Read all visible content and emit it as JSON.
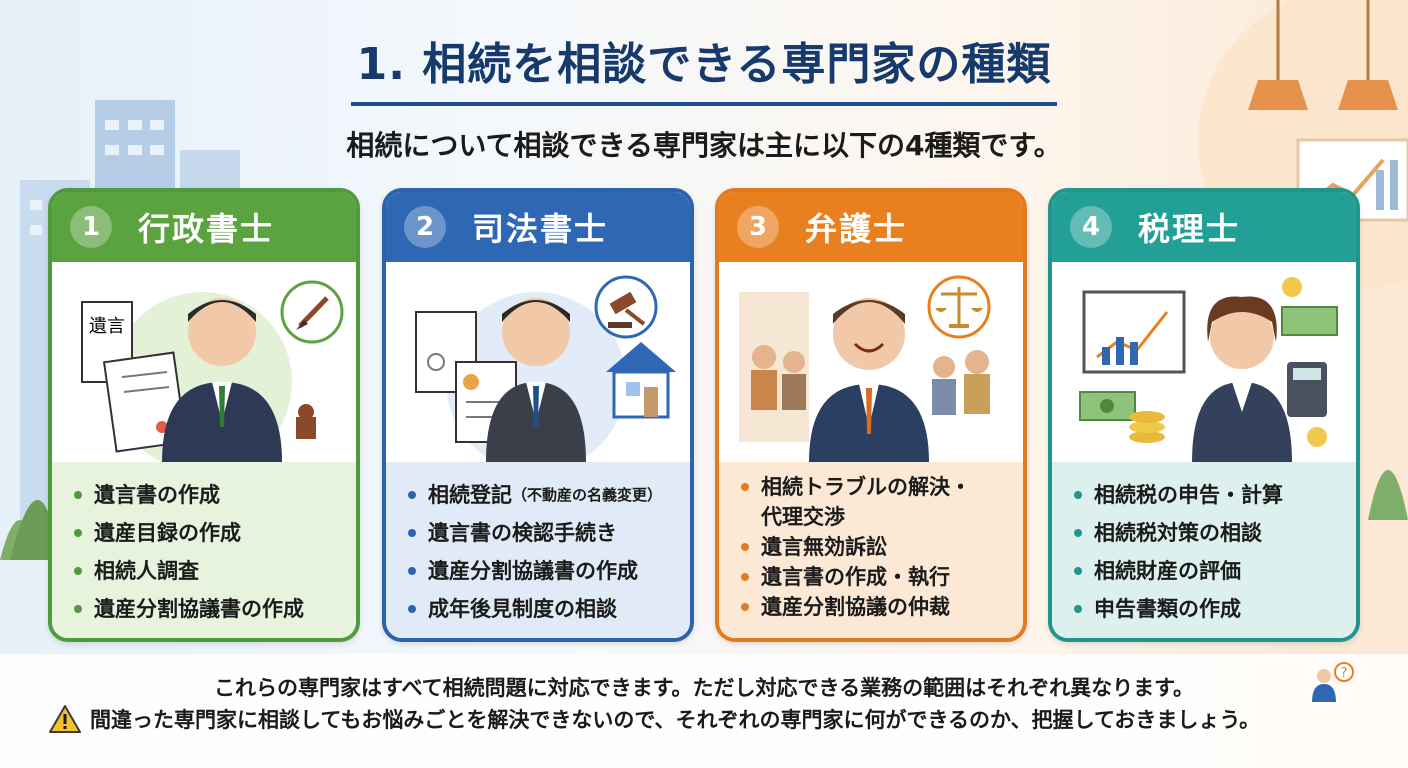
{
  "title": "1. 相続を相談できる専門家の種類",
  "subtitle": "相続について相談できる専門家は主に以下の4種類です。",
  "colors": {
    "green": "#5aa33f",
    "blue": "#2e68b4",
    "orange": "#e8801f",
    "teal": "#23a096",
    "navy": "#163a6b"
  },
  "cards": [
    {
      "number": "1",
      "title": "行政書士",
      "icon": "brush-icon",
      "doc_label": "遺言",
      "items": [
        "遺言書の作成",
        "遺産目録の作成",
        "相続人調査",
        "遺産分割協議書の作成"
      ]
    },
    {
      "number": "2",
      "title": "司法書士",
      "icon": "gavel-icon",
      "items": [
        "相続登記",
        "遺言書の検認手続き",
        "遺産分割協議書の作成",
        "成年後見制度の相談"
      ],
      "item0_note": "（不動産の名義変更）"
    },
    {
      "number": "3",
      "title": "弁護士",
      "icon": "scales-icon",
      "items": [
        "相続トラブルの解決・",
        "代理交渉",
        "遺言無効訴訟",
        "遺言書の作成・執行",
        "遺産分割協議の仲裁"
      ]
    },
    {
      "number": "4",
      "title": "税理士",
      "icon": "chart-icon",
      "items": [
        "相続税の申告・計算",
        "相続税対策の相談",
        "相続財産の評価",
        "申告書類の作成"
      ]
    }
  ],
  "footer": {
    "line1": "これらの専門家はすべて相続問題に対応できます。ただし対応できる業務の範囲はそれぞれ異なります。",
    "line2": "間違った専門家に相談してもお悩みごとを解決できないので、それぞれの専門家に何ができるのか、把握しておきましょう。"
  }
}
